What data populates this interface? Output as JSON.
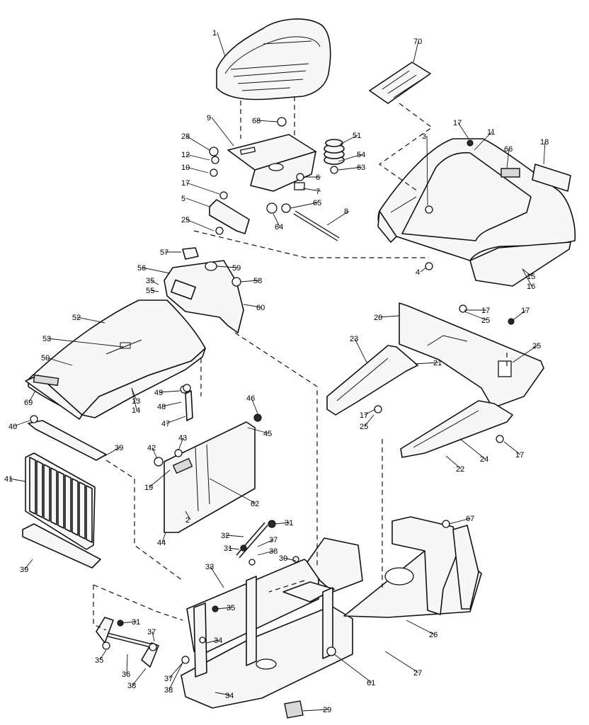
{
  "callouts": [
    {
      "id": "c1",
      "text": "1"
    },
    {
      "id": "c70",
      "text": "70"
    },
    {
      "id": "c9",
      "text": "9"
    },
    {
      "id": "c68",
      "text": "68"
    },
    {
      "id": "c51",
      "text": "51"
    },
    {
      "id": "c28",
      "text": "28"
    },
    {
      "id": "c12",
      "text": "12"
    },
    {
      "id": "c10",
      "text": "10"
    },
    {
      "id": "c17a",
      "text": "17"
    },
    {
      "id": "c5",
      "text": "5"
    },
    {
      "id": "c25a",
      "text": "25"
    },
    {
      "id": "c54",
      "text": "54"
    },
    {
      "id": "c63",
      "text": "63"
    },
    {
      "id": "c6",
      "text": "6"
    },
    {
      "id": "c7",
      "text": "7"
    },
    {
      "id": "c65",
      "text": "65"
    },
    {
      "id": "c64",
      "text": "64"
    },
    {
      "id": "c8",
      "text": "8"
    },
    {
      "id": "c3",
      "text": "3"
    },
    {
      "id": "c17b",
      "text": "17"
    },
    {
      "id": "c11",
      "text": "11"
    },
    {
      "id": "c66",
      "text": "66"
    },
    {
      "id": "c18",
      "text": "18"
    },
    {
      "id": "c4",
      "text": "4"
    },
    {
      "id": "c15",
      "text": "15"
    },
    {
      "id": "c16",
      "text": "16"
    },
    {
      "id": "c57",
      "text": "57"
    },
    {
      "id": "c56",
      "text": "56"
    },
    {
      "id": "c59",
      "text": "59"
    },
    {
      "id": "c35a",
      "text": "35"
    },
    {
      "id": "c58",
      "text": "58"
    },
    {
      "id": "c55",
      "text": "55"
    },
    {
      "id": "c60",
      "text": "60"
    },
    {
      "id": "c52",
      "text": "52"
    },
    {
      "id": "c53",
      "text": "53"
    },
    {
      "id": "c50",
      "text": "50"
    },
    {
      "id": "c69",
      "text": "69"
    },
    {
      "id": "c13",
      "text": "13"
    },
    {
      "id": "c14",
      "text": "14"
    },
    {
      "id": "c49",
      "text": "49"
    },
    {
      "id": "c48",
      "text": "48"
    },
    {
      "id": "c47",
      "text": "47"
    },
    {
      "id": "c46",
      "text": "46"
    },
    {
      "id": "c45",
      "text": "45"
    },
    {
      "id": "c40",
      "text": "40"
    },
    {
      "id": "c39a",
      "text": "39"
    },
    {
      "id": "c41",
      "text": "41"
    },
    {
      "id": "c42",
      "text": "42"
    },
    {
      "id": "c43",
      "text": "43"
    },
    {
      "id": "c19",
      "text": "19"
    },
    {
      "id": "c62",
      "text": "62"
    },
    {
      "id": "c44",
      "text": "44"
    },
    {
      "id": "c2",
      "text": "2"
    },
    {
      "id": "c39b",
      "text": "39"
    },
    {
      "id": "c20",
      "text": "20"
    },
    {
      "id": "c17c",
      "text": "17"
    },
    {
      "id": "c25b",
      "text": "25"
    },
    {
      "id": "c17d",
      "text": "17"
    },
    {
      "id": "c23",
      "text": "23"
    },
    {
      "id": "c21",
      "text": "21"
    },
    {
      "id": "c25c",
      "text": "25"
    },
    {
      "id": "c17e",
      "text": "17"
    },
    {
      "id": "c25d",
      "text": "25"
    },
    {
      "id": "c17f",
      "text": "17"
    },
    {
      "id": "c24",
      "text": "24"
    },
    {
      "id": "c22",
      "text": "22"
    },
    {
      "id": "c67",
      "text": "67"
    },
    {
      "id": "c32",
      "text": "32"
    },
    {
      "id": "c31a",
      "text": "31"
    },
    {
      "id": "c37a",
      "text": "37"
    },
    {
      "id": "c38a",
      "text": "38"
    },
    {
      "id": "c31b",
      "text": "31"
    },
    {
      "id": "c30",
      "text": "30"
    },
    {
      "id": "c33",
      "text": "33"
    },
    {
      "id": "c35b",
      "text": "35"
    },
    {
      "id": "c31c",
      "text": "31"
    },
    {
      "id": "c37b",
      "text": "37"
    },
    {
      "id": "c34a",
      "text": "34"
    },
    {
      "id": "c35c",
      "text": "35"
    },
    {
      "id": "c36",
      "text": "36"
    },
    {
      "id": "c38b",
      "text": "38"
    },
    {
      "id": "c37c",
      "text": "37"
    },
    {
      "id": "c38c",
      "text": "38"
    },
    {
      "id": "c26",
      "text": "26"
    },
    {
      "id": "c27",
      "text": "27"
    },
    {
      "id": "c61",
      "text": "61"
    },
    {
      "id": "c34b",
      "text": "34"
    },
    {
      "id": "c29",
      "text": "29"
    }
  ]
}
